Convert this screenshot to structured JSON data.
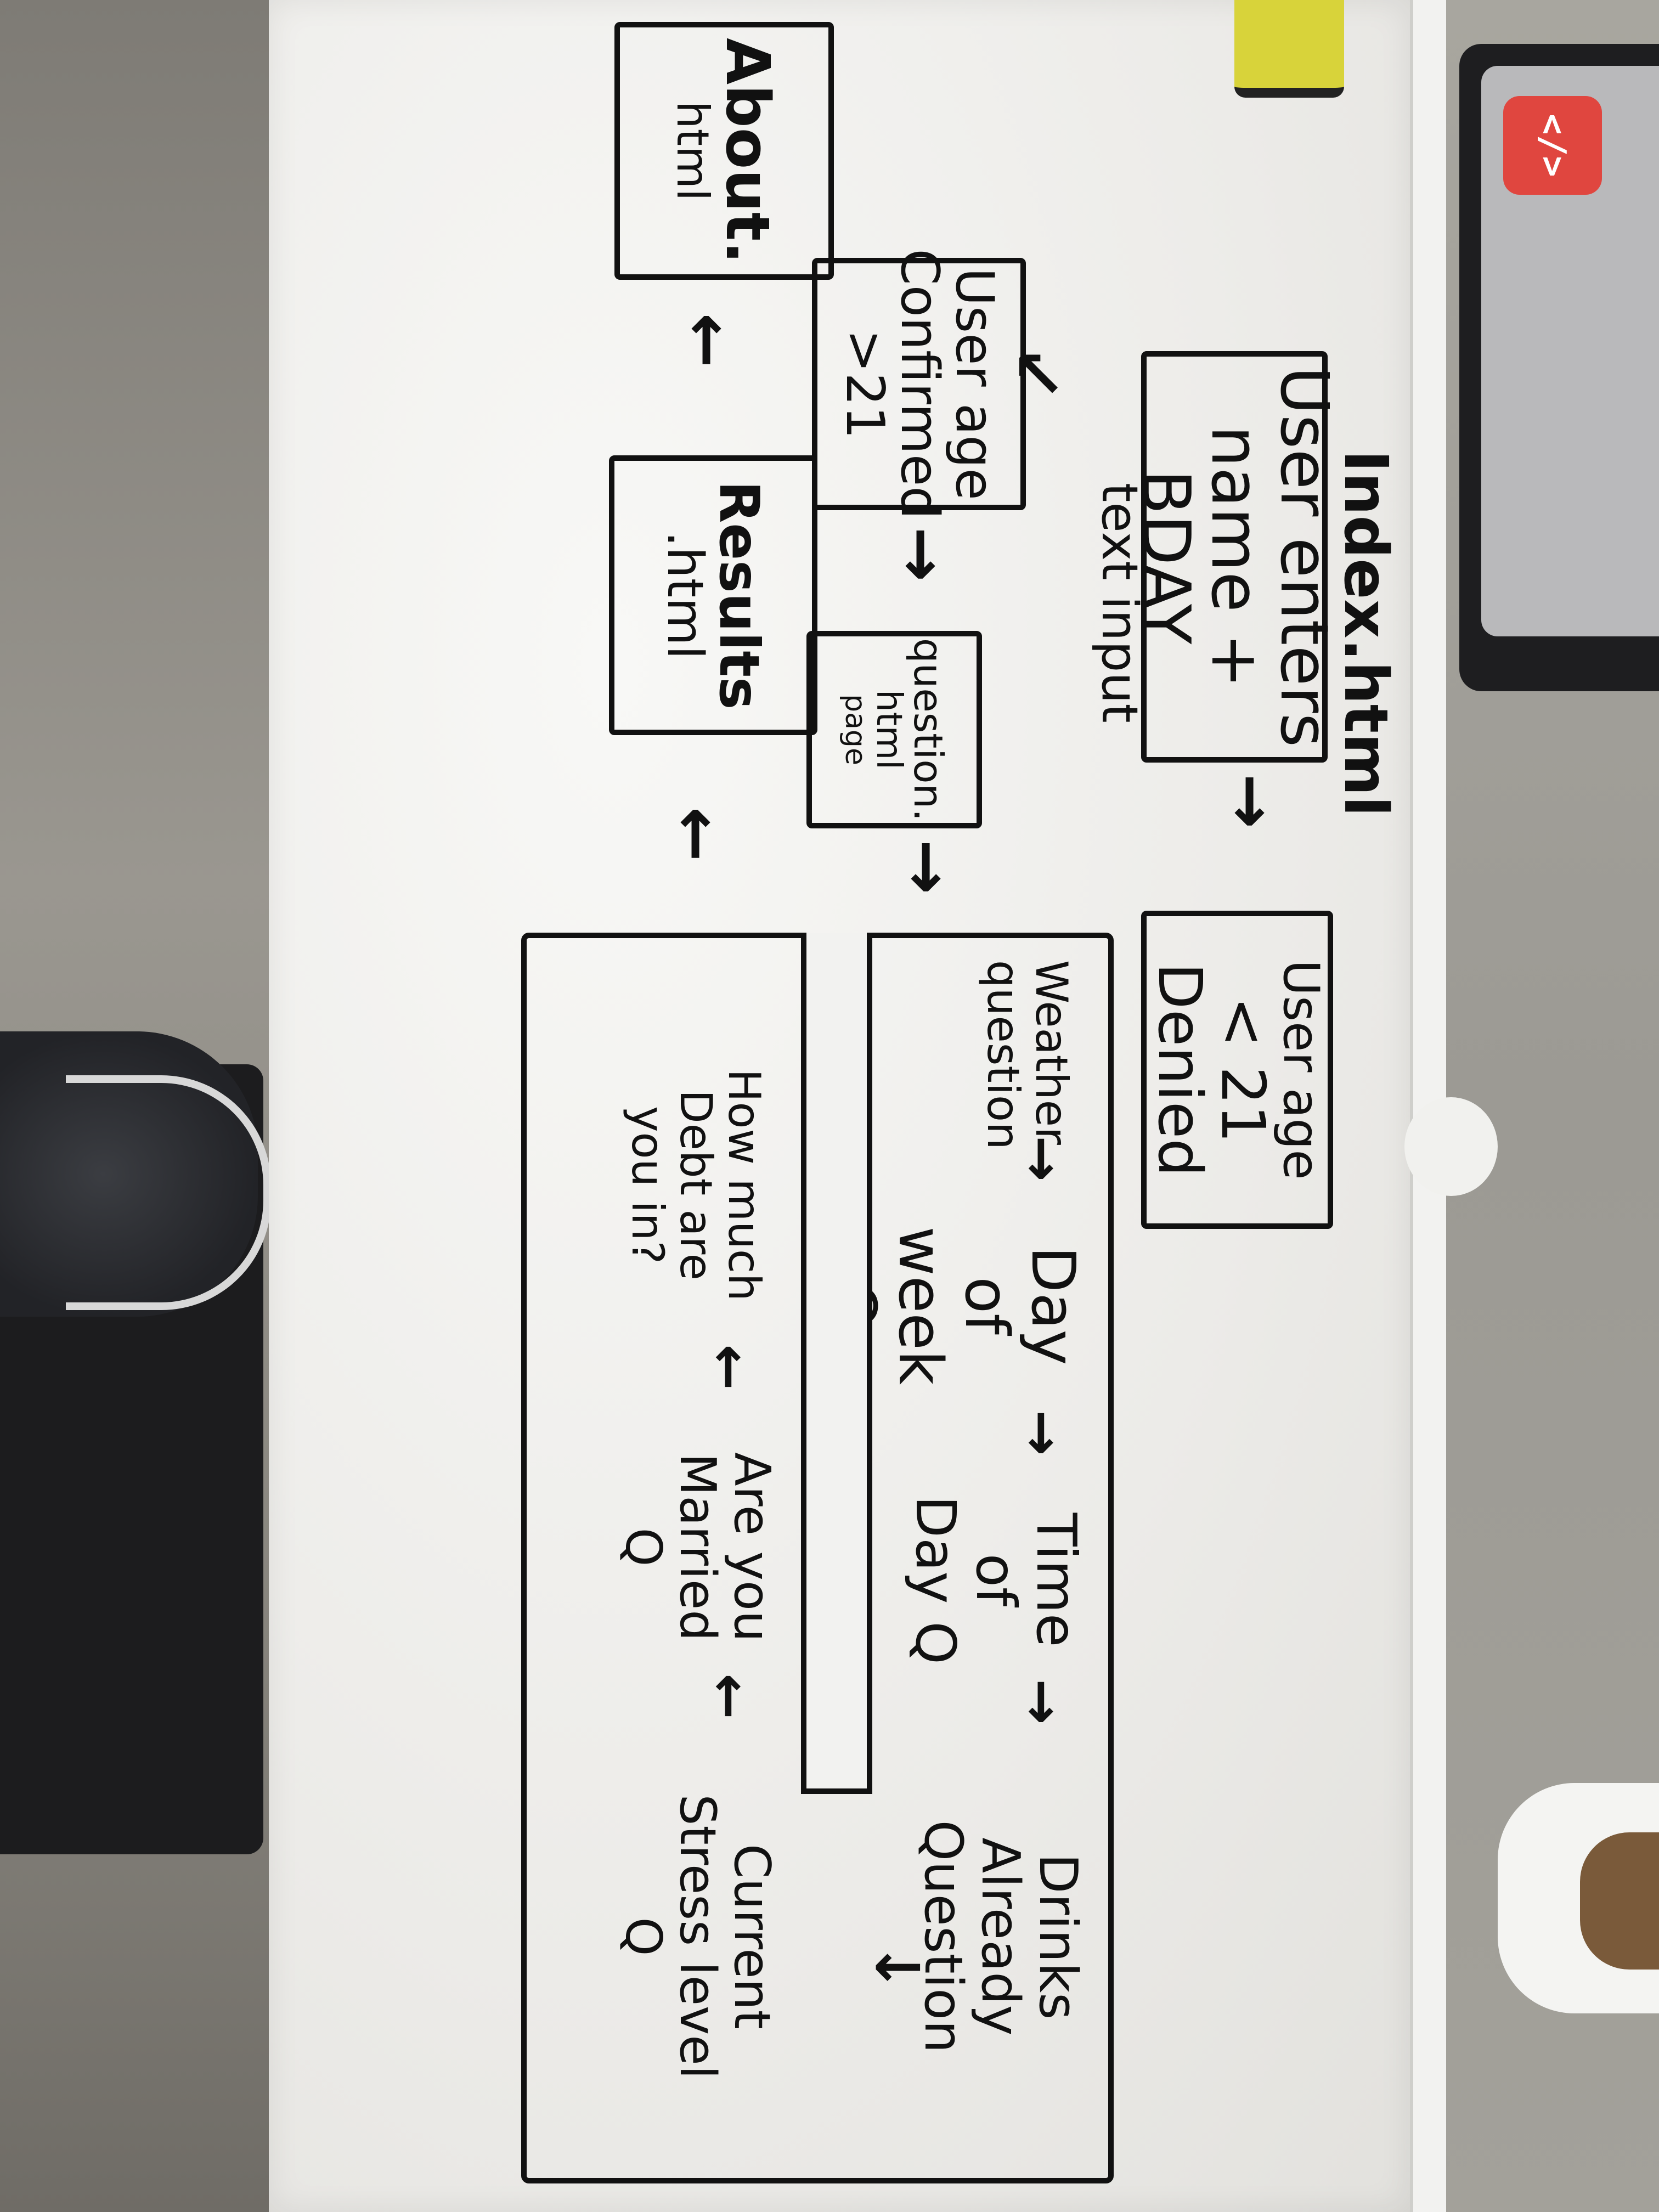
{
  "diagram": {
    "index_title": "Index.html",
    "entry_box": {
      "line1": "User enters",
      "line2": "name + BDAY"
    },
    "text_input_label": "text input",
    "denied_box": {
      "line1": "User age",
      "line2": "< 21",
      "line3": "Denied"
    },
    "confirmed_box": {
      "line1": "User age",
      "line2": "Confirmed",
      "line3": ">21"
    },
    "question_box": {
      "line1": "question.",
      "line2": "html",
      "line3": "page"
    },
    "about_box": {
      "line1": "About.",
      "line2": "html"
    },
    "results_box": {
      "line1": "Results",
      "line2": ".html"
    },
    "flow_top": [
      "Weather question",
      "Day of week Q",
      "Time of Day Q",
      "Drinks Already Question"
    ],
    "flow_bottom": [
      "How much Debt are you in?",
      "Are you Married Q",
      "Current Stress level Q"
    ]
  }
}
